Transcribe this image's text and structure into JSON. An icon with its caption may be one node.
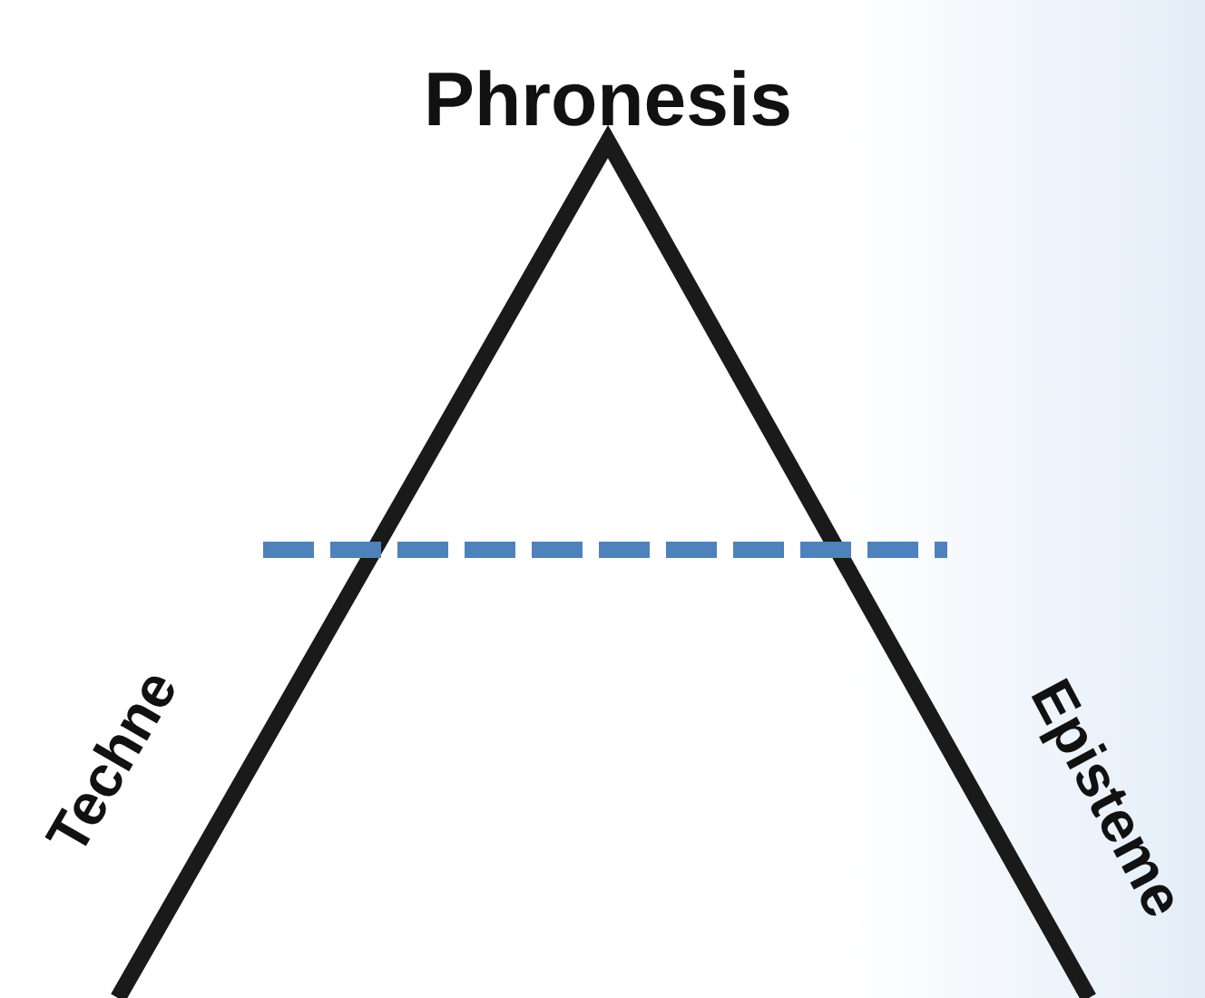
{
  "diagram": {
    "labels": [
      "Phronesis",
      "Techne",
      "Episteme"
    ]
  }
}
